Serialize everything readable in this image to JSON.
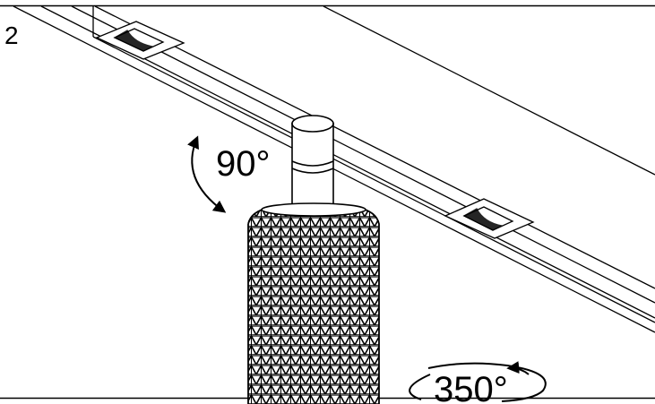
{
  "figure": {
    "step_number": "2",
    "tilt_angle": "90°",
    "rotation_angle": "350°"
  },
  "colors": {
    "line": "#000000",
    "background": "#ffffff"
  }
}
